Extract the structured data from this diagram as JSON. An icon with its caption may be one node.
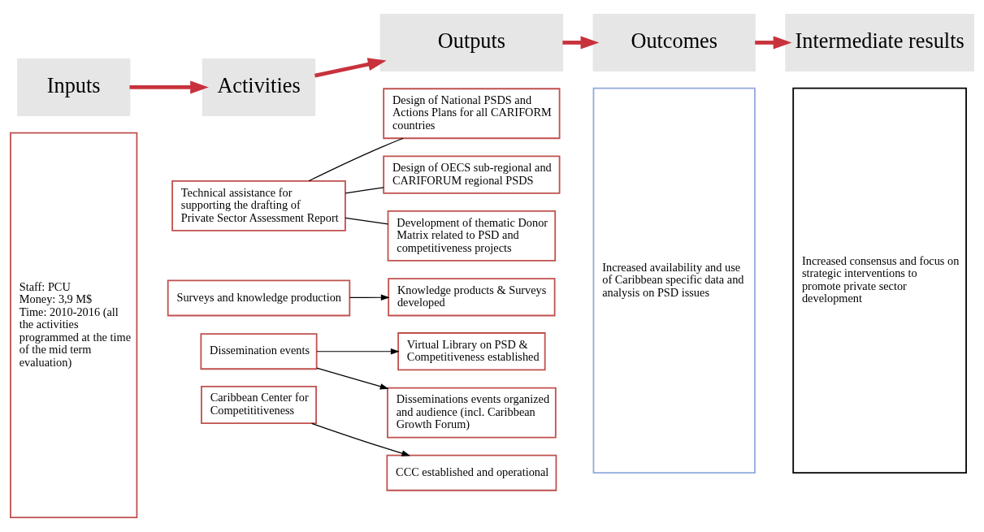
{
  "diagram": {
    "nodes": [
      {
        "text": [
          "Inputs"
        ]
      },
      {
        "text": [
          "Activities"
        ]
      },
      {
        "text": [
          "Outputs"
        ]
      },
      {
        "text": [
          "Outcomes"
        ]
      },
      {
        "text": [
          "Intermediate results"
        ]
      },
      {
        "text": [
          "Staff: PCU",
          "Money: 3,9 M$",
          "Time: 2010-2016 (all the activities programmed at the time of the mid term evaluation)"
        ]
      },
      {
        "text": [
          "Technical assistance for supporting the drafting of Private Sector Assessment Report"
        ]
      },
      {
        "text": [
          "Design of National PSDS and Actions Plans for all CARIFORM countries"
        ]
      },
      {
        "text": [
          "Design of OECS sub-regional and CARIFORUM regional PSDS"
        ]
      },
      {
        "text": [
          "Development of thematic Donor Matrix related to PSD and competitiveness projects"
        ]
      },
      {
        "text": [
          "Surveys and knowledge production"
        ]
      },
      {
        "text": [
          "Knowledge products & Surveys developed"
        ]
      },
      {
        "text": [
          "Dissemination events"
        ]
      },
      {
        "text": [
          "Virtual Library on PSD & Competitiveness established"
        ]
      },
      {
        "text": [
          "Disseminations events organized and audience (incl. Caribbean Growth Forum)"
        ]
      },
      {
        "text": [
          "Caribbean Center for Competititiveness"
        ]
      },
      {
        "text": [
          "CCC established and operational"
        ]
      },
      {
        "text": [
          "Increased availability and use of Caribbean specific data and analysis on PSD issues"
        ]
      },
      {
        "text": [
          "Increased consensus and focus on strategic interventions to promote private sector development"
        ]
      }
    ],
    "edges": [
      {
        "from": 0,
        "to": 1,
        "arrow": "to",
        "style": "thick",
        "color": "#c8323c"
      },
      {
        "from": 1,
        "to": 2,
        "arrow": "to",
        "style": "thick",
        "color": "#c8323c"
      },
      {
        "from": 2,
        "to": 3,
        "arrow": "to",
        "style": "thick",
        "color": "#c8323c"
      },
      {
        "from": 3,
        "to": 4,
        "arrow": "to",
        "style": "thick",
        "color": "#c8323c"
      },
      {
        "from": 6,
        "to": 7,
        "arrow": "none"
      },
      {
        "from": 6,
        "to": 8,
        "arrow": "none"
      },
      {
        "from": 6,
        "to": 9,
        "arrow": "none"
      },
      {
        "from": 10,
        "to": 11,
        "arrow": "to"
      },
      {
        "from": 12,
        "to": 13,
        "arrow": "to"
      },
      {
        "from": 12,
        "to": 14,
        "arrow": "to"
      },
      {
        "from": 15,
        "to": 16,
        "arrow": "to"
      }
    ]
  }
}
